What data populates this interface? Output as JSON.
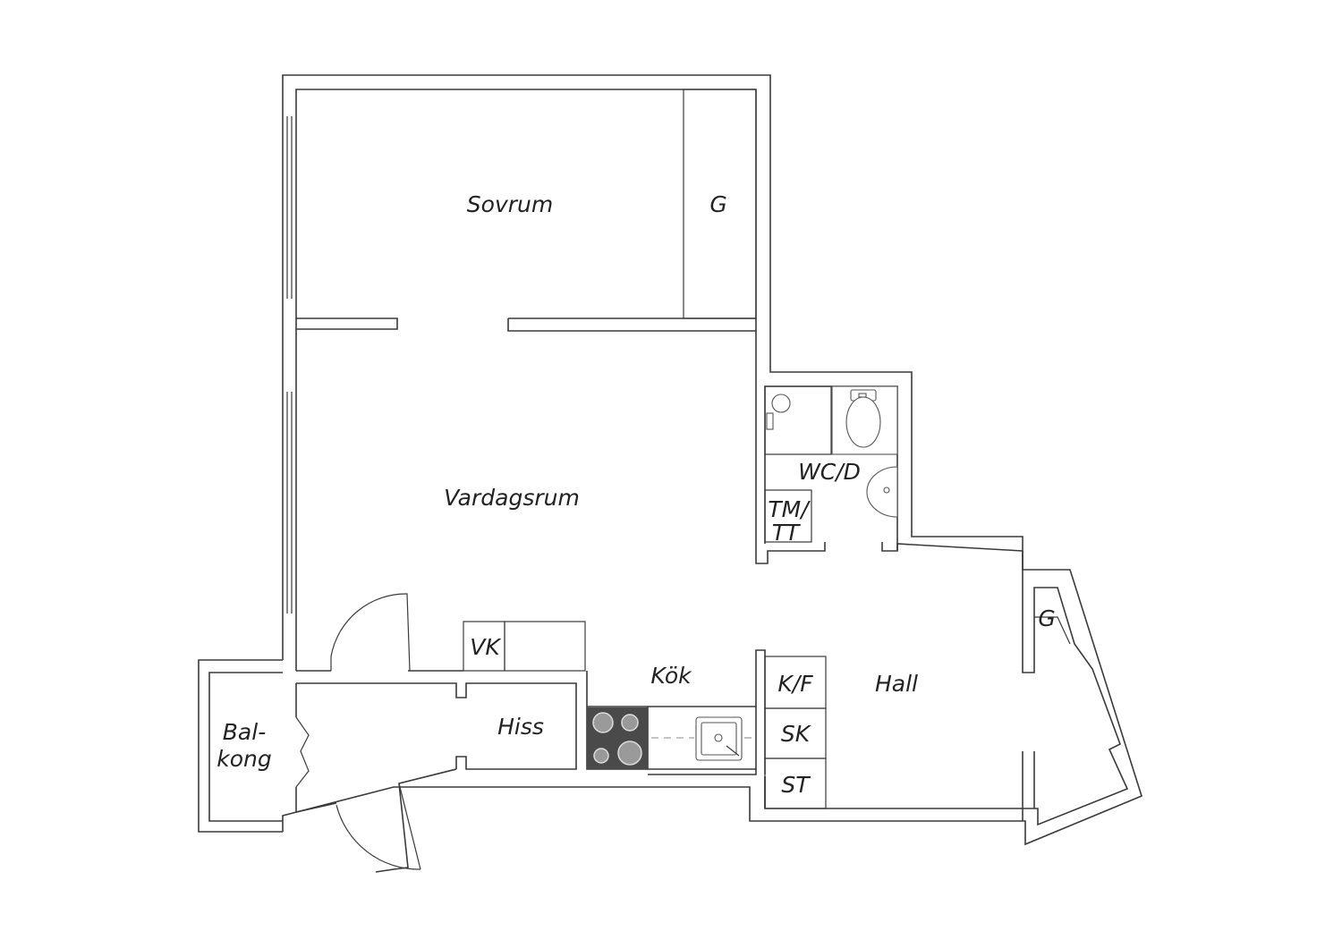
{
  "plan": {
    "rooms": {
      "sovrum": "Sovrum",
      "garderob_top": "G",
      "vardagsrum": "Vardagsrum",
      "wc": "WC/D",
      "tm_line1": "TM/",
      "tm_line2": "TT",
      "vk": "VK",
      "kok": "Kök",
      "hiss": "Hiss",
      "hall": "Hall",
      "garderob_hall": "G",
      "kf": "K/F",
      "sk": "SK",
      "st": "ST",
      "balkong_line1": "Bal-",
      "balkong_line2": "kong"
    },
    "colors": {
      "wall": "#3a3a3a",
      "stove": "#4a4a4a",
      "burner": "#9a9a9a"
    }
  }
}
